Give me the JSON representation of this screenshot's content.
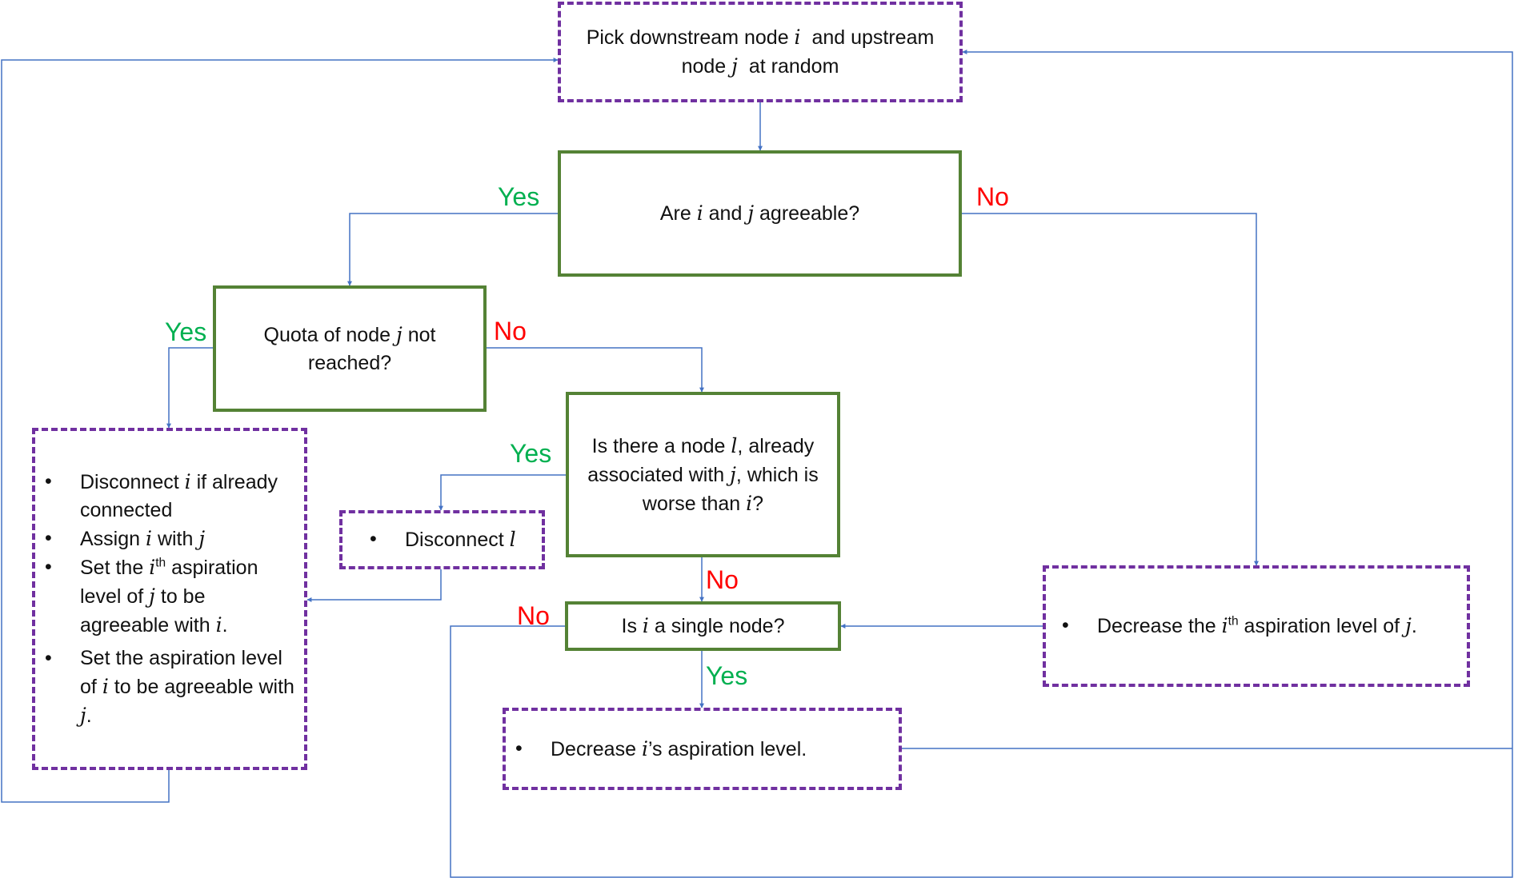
{
  "boxes": {
    "pick": {
      "line1": "Pick  downstream node",
      "var_i": "i",
      "mid": "  and upstream",
      "line2": "node",
      "var_j": "j",
      "tail": "  at random"
    },
    "agree": {
      "pre": "Are",
      "var_i": "i",
      "mid": "and",
      "var_j": "j",
      "post": "agreeable?"
    },
    "quota": {
      "pre": "Quota of node",
      "var_j": "j",
      "post": "not reached?"
    },
    "node_l": {
      "pre": "Is there a node",
      "var_l": "l",
      "mid1": ", already associated with",
      "var_j": "j",
      "mid2": ", which is worse than",
      "var_i": "i",
      "post": "?"
    },
    "assign": {
      "b1_pre": "Disconnect",
      "b1_var": "i",
      "b1_post": "if already connected",
      "b2_pre": "Assign",
      "b2_var1": "i",
      "b2_mid": "with",
      "b2_var2": "j",
      "b3_pre": "Set the",
      "b3_var1": "i",
      "b3_sup": "th",
      "b3_mid": "aspiration level of",
      "b3_var2": "j",
      "b3_mid2": "to be agreeable with",
      "b3_var3": "i",
      "b3_post": ".",
      "b4_pre": "Set the aspiration level of",
      "b4_var1": "i",
      "b4_mid": "to be agreeable with",
      "b4_var2": "j",
      "b4_post": "."
    },
    "disconnect_l": {
      "pre": "Disconnect",
      "var_l": "l"
    },
    "single": {
      "pre": "Is",
      "var_i": "i",
      "post": "a single node?"
    },
    "decrease_j": {
      "pre": "Decrease the",
      "var_i": "i",
      "sup": "th",
      "mid": "aspiration level of",
      "var_j": "j",
      "post": "."
    },
    "decrease_i": {
      "pre": "Decrease",
      "var_i": "i",
      "post": "’s aspiration level."
    }
  },
  "labels": {
    "yes": "Yes",
    "no": "No"
  },
  "colors": {
    "process_border": "#7030a0",
    "decision_border": "#548235",
    "connector": "#4472c4",
    "yes": "#00b050",
    "no": "#ff0000"
  }
}
